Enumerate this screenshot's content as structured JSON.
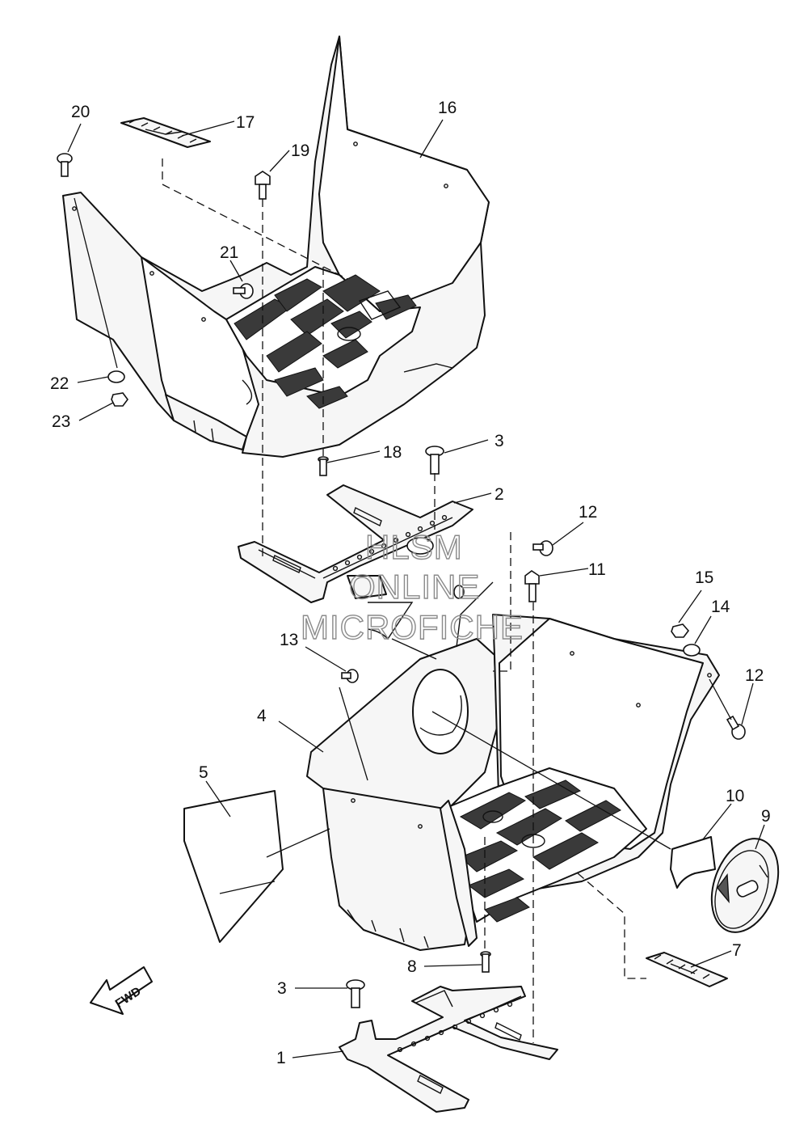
{
  "callouts": {
    "c1": "1",
    "c2": "2",
    "c3a": "3",
    "c3b": "3",
    "c4": "4",
    "c5": "5",
    "c7": "7",
    "c8": "8",
    "c9": "9",
    "c10": "10",
    "c11": "11",
    "c12a": "12",
    "c12b": "12",
    "c13": "13",
    "c14": "14",
    "c15": "15",
    "c16": "16",
    "c17": "17",
    "c18": "18",
    "c19": "19",
    "c20": "20",
    "c21": "21",
    "c22": "22",
    "c23": "23"
  },
  "watermark": {
    "line1": "HLSM",
    "line2": "ONLINE",
    "line3": "MICROFICHE"
  },
  "direction_arrow": "FWD"
}
